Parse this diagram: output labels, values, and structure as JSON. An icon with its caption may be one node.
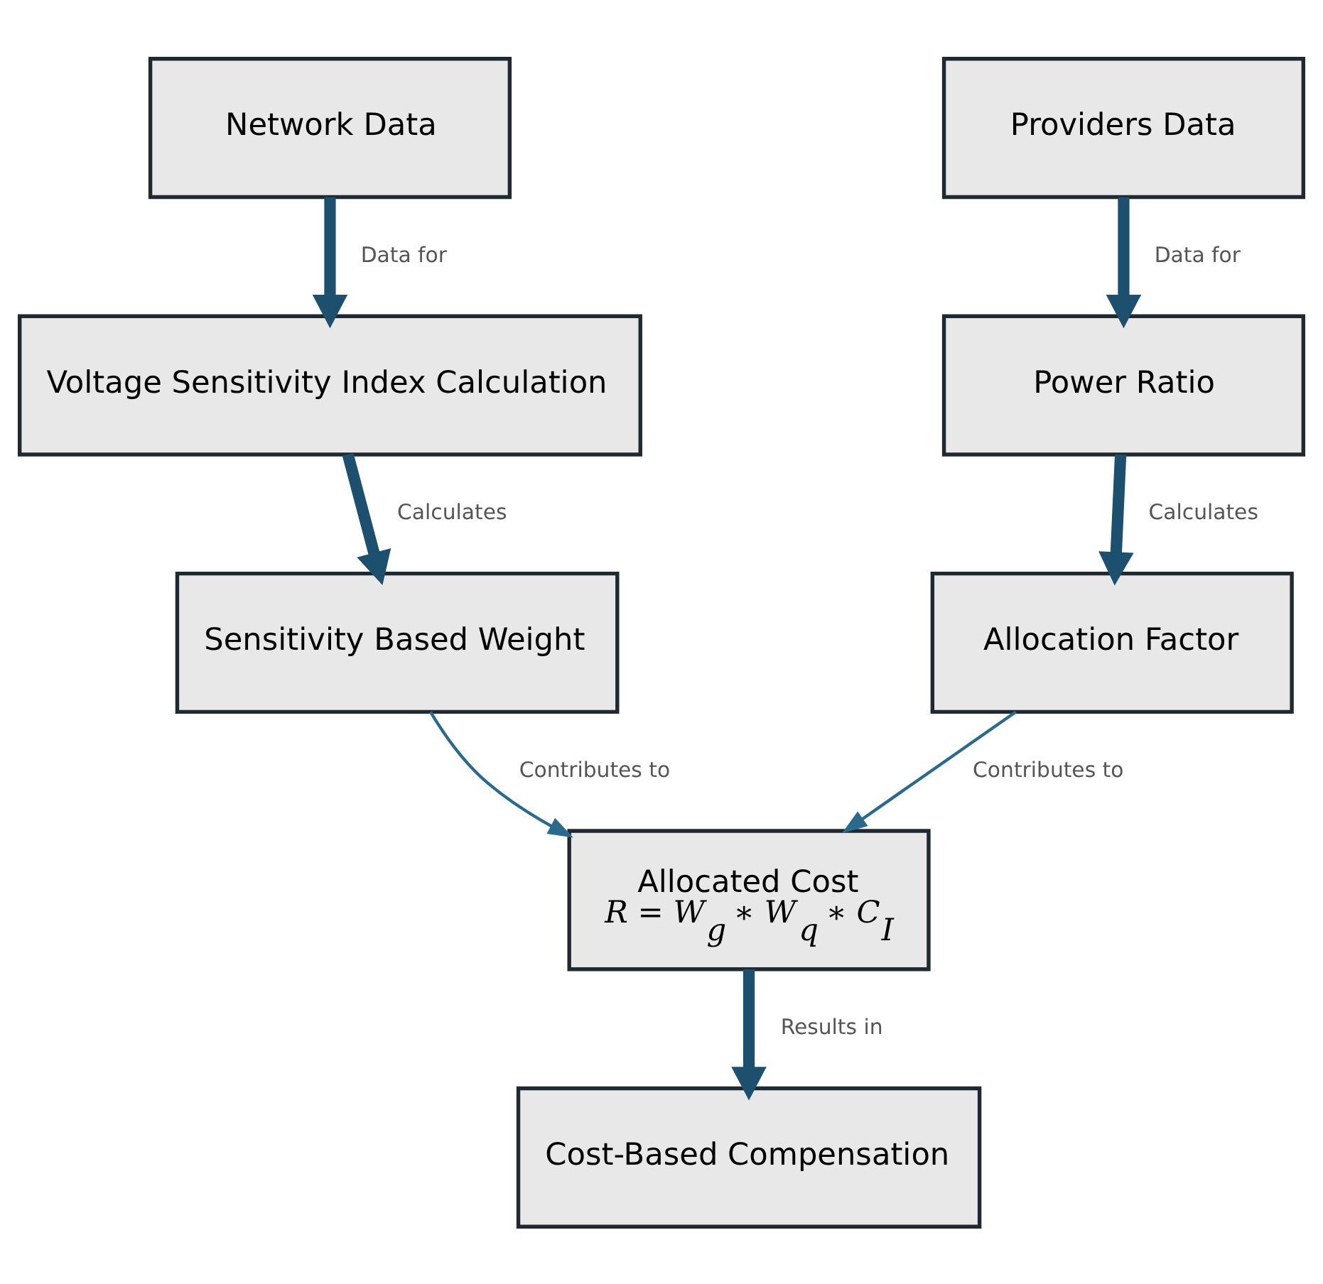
{
  "diagram": {
    "nodes": [
      {
        "text": [
          "Network Data"
        ]
      },
      {
        "text": [
          "Providers Data"
        ]
      },
      {
        "text": [
          "Voltage Sensitivity Index Calculation"
        ]
      },
      {
        "text": [
          "Power Ratio"
        ]
      },
      {
        "text": [
          "Sensitivity Based Weight"
        ]
      },
      {
        "text": [
          "Allocation Factor"
        ]
      },
      {
        "text": [
          "Allocated Cost",
          "R = W$_{g}$ ∗ W$_{q}$ ∗ C$_{I}$"
        ]
      },
      {
        "text": [
          "Cost-Based Compensation"
        ]
      }
    ],
    "edges": [
      {
        "from": 0,
        "to": 2,
        "arrow": "to",
        "label": "Data for"
      },
      {
        "from": 2,
        "to": 4,
        "arrow": "to",
        "label": "Calculates"
      },
      {
        "from": 1,
        "to": 3,
        "arrow": "to",
        "label": "Data for"
      },
      {
        "from": 3,
        "to": 5,
        "arrow": "to",
        "label": "Calculates"
      },
      {
        "from": 4,
        "to": 6,
        "arrow": "to",
        "label": "Contributes to",
        "color": "#2a6a8c"
      },
      {
        "from": 5,
        "to": 6,
        "arrow": "to",
        "label": "Contributes to",
        "color": "#2a6a8c"
      },
      {
        "from": 6,
        "to": 7,
        "arrow": "to",
        "label": "Results in"
      }
    ]
  }
}
